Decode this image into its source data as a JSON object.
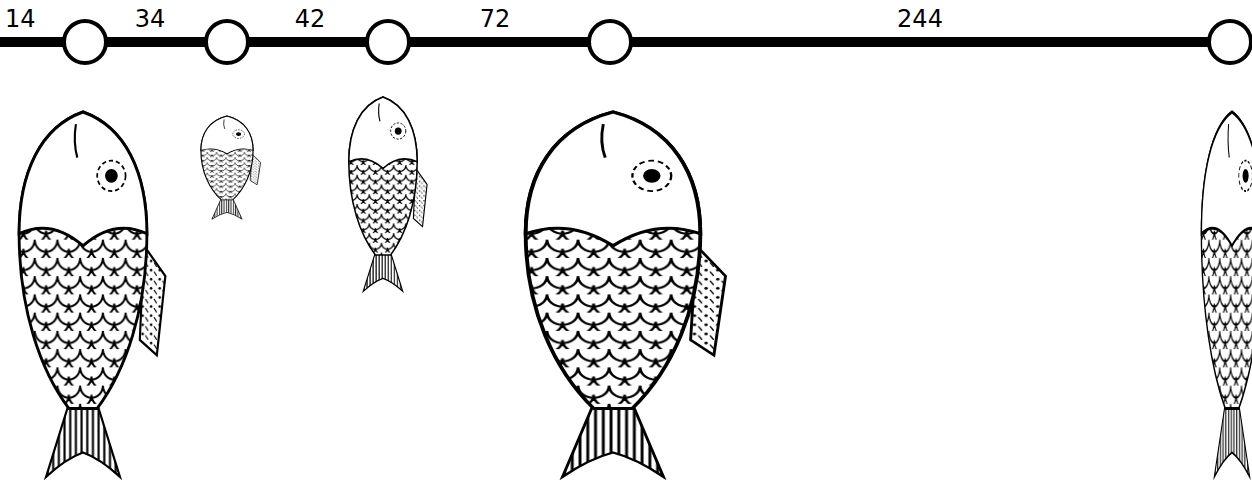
{
  "diagram": {
    "labels": [
      "14",
      "34",
      "42",
      "72",
      "244"
    ]
  }
}
